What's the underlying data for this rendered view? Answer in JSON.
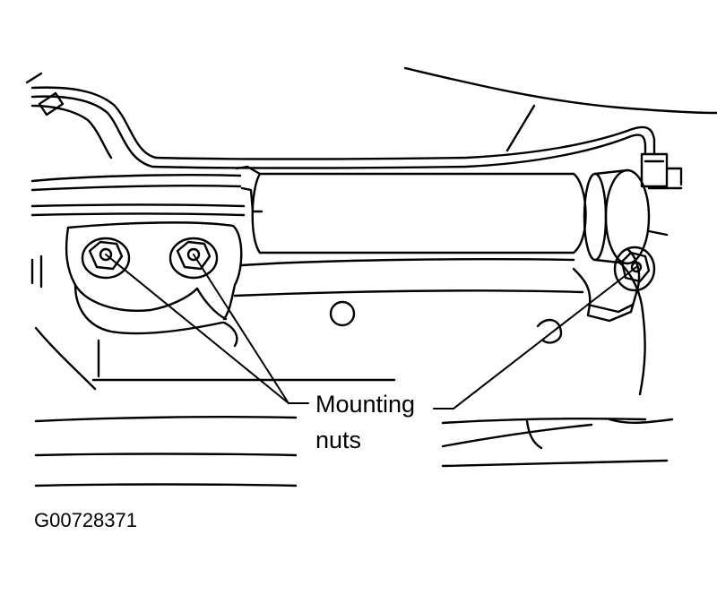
{
  "callout": {
    "line1": "Mounting",
    "line2": "nuts"
  },
  "figure_id": "G00728371",
  "colors": {
    "ink": "#000000",
    "paper": "#ffffff"
  }
}
